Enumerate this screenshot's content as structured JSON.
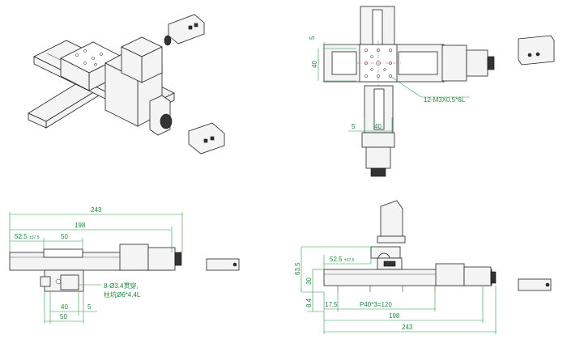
{
  "drawing": {
    "top_view": {
      "dim_left_small": "5",
      "dim_left_big": "40",
      "dim_bottom_small": "5",
      "dim_bottom_big": "40",
      "callout": "12-M3X0.5*6L"
    },
    "front_view": {
      "overall": "243",
      "travel": "198",
      "offset": "52.5",
      "offset_tol": "±37.5",
      "stage": "50",
      "note_line1": "8-Ø3.4贯穿,",
      "note_line2": "柱坑Ø6*4.4L",
      "base_width": "40",
      "base_outer": "50",
      "base_small": "5"
    },
    "side_view": {
      "offset": "52.5",
      "offset_tol": "±37.5",
      "height_total": "63.5",
      "height_mid": "30",
      "height_base": "8.4",
      "start": "17.5",
      "pitch": "P40*3=120",
      "travel": "198",
      "overall": "243"
    }
  }
}
